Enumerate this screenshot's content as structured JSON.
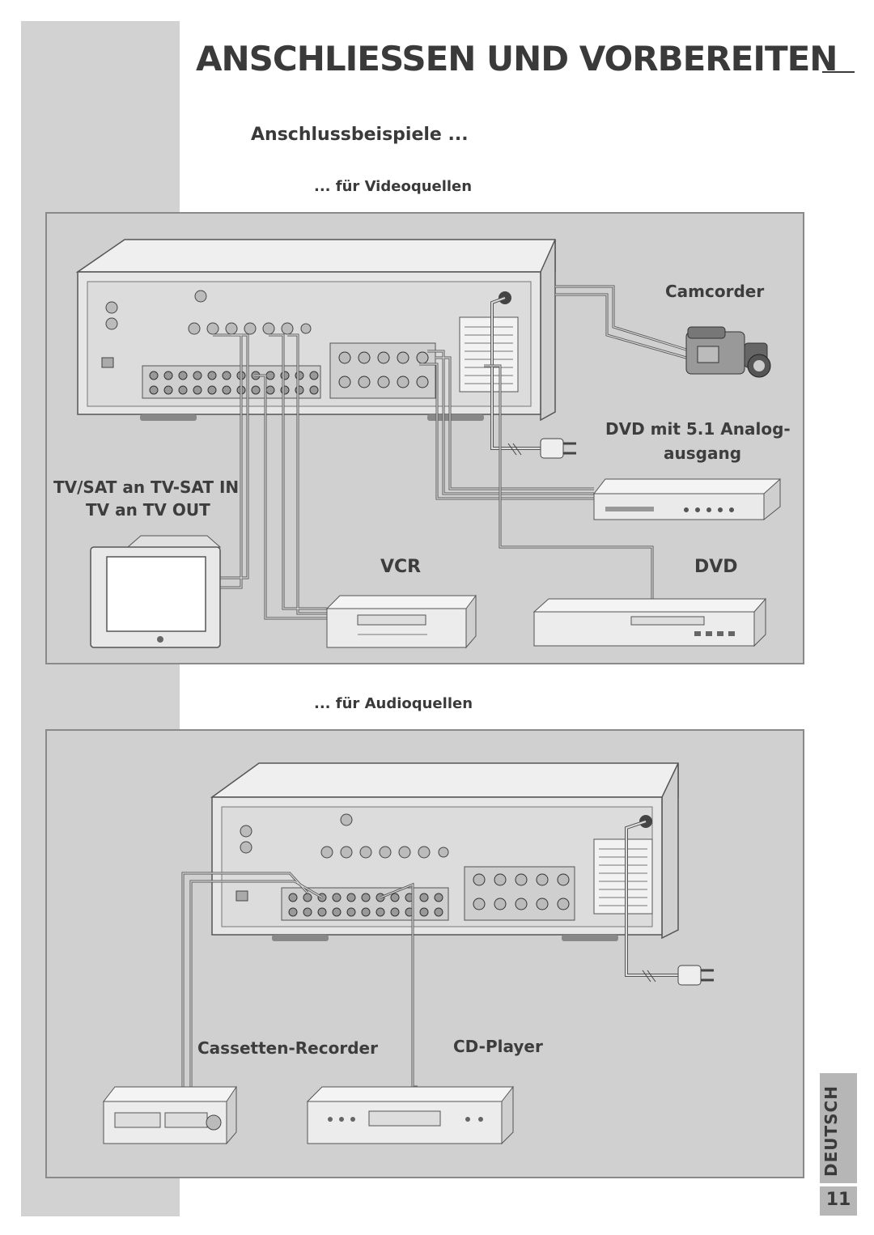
{
  "header": {
    "title": "ANSCHLIESSEN UND VORBEREITEN",
    "subtitle": "Anschlussbeispiele ..."
  },
  "video_section": {
    "heading": "... für Videoquellen",
    "labels": {
      "camcorder": "Camcorder",
      "dvd_analog_line1": "DVD mit 5.1 Analog-",
      "dvd_analog_line2": "ausgang",
      "tvsat_line1": "TV/SAT an TV-SAT IN",
      "tvsat_line2": "TV an TV OUT",
      "vcr": "VCR",
      "dvd": "DVD"
    }
  },
  "audio_section": {
    "heading": "... für Audioquellen",
    "labels": {
      "cassette": "Cassetten-Recorder",
      "cd": "CD-Player"
    }
  },
  "footer": {
    "language": "DEUTSCH",
    "page_number": "11"
  },
  "colors": {
    "sidebar": "#d2d2d2",
    "panel_background": "#d0d0d0",
    "device_body": "#efefef",
    "heading_text": "#3a3a3a"
  }
}
